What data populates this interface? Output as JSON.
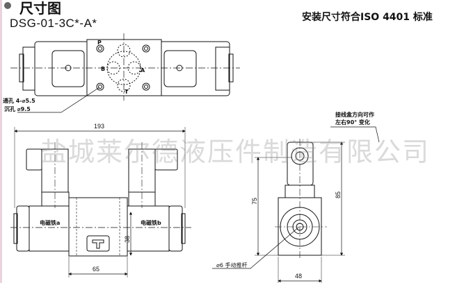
{
  "header": {
    "title": "尺寸图",
    "model": "DSG-01-3C*-A*",
    "standard": "安装尺寸符合ISO 4401 标准"
  },
  "top_view": {
    "ports": {
      "p": "P",
      "a": "A",
      "b": "B",
      "t": "T"
    },
    "hole_through": "通孔 4-⌀5.5",
    "hole_counterbore": "沉孔  ⌀9.5"
  },
  "front_view": {
    "dim_length": "193",
    "dim_height": "38",
    "dim_center": "65",
    "solenoid_a": "电磁铁a",
    "solenoid_b": "电磁铁b"
  },
  "side_view": {
    "note_line1": "接线盒方向可作",
    "note_line2": "左右90°  变化",
    "dim_75": "75",
    "dim_85": "85",
    "dim_48": "48",
    "manual_push": "⌀6 手动推杆"
  },
  "watermark": "盐城莱尔德液压件制造有限公司"
}
